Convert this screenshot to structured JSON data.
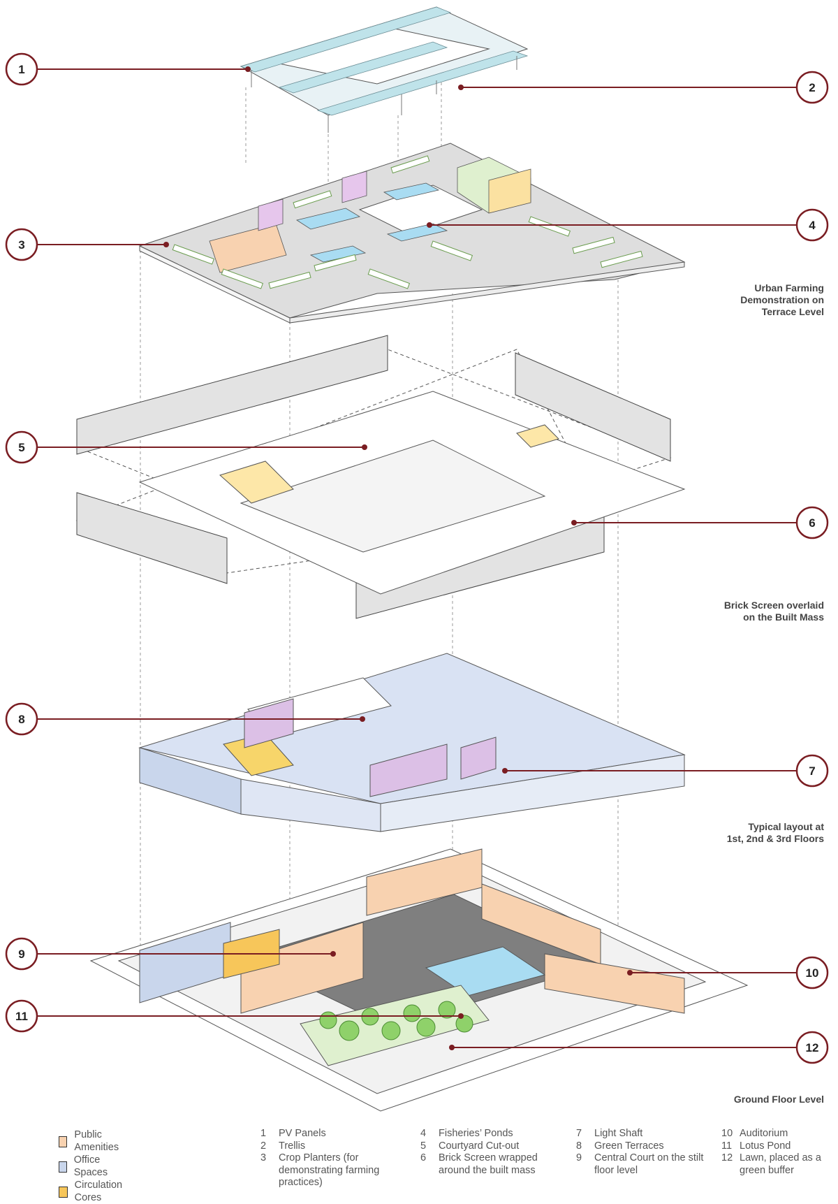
{
  "colors": {
    "callout_line": "#7a1d22",
    "public_amenities": "#f8d2b0",
    "office_spaces": "#c9d6ec",
    "circulation_cores": "#f7c65a",
    "green": "#8fd16a",
    "water": "#a9dcf2",
    "auditorium_accent": "#d8b8df"
  },
  "callouts": [
    {
      "num": "1"
    },
    {
      "num": "2"
    },
    {
      "num": "3"
    },
    {
      "num": "4"
    },
    {
      "num": "5"
    },
    {
      "num": "6"
    },
    {
      "num": "8"
    },
    {
      "num": "7"
    },
    {
      "num": "9"
    },
    {
      "num": "10"
    },
    {
      "num": "11"
    },
    {
      "num": "12"
    }
  ],
  "level_labels": [
    "Urban Farming\nDemonstration on\nTerrace Level",
    "Brick Screen overlaid\non the Built Mass",
    "Typical layout at\n1st, 2nd & 3rd Floors",
    "Ground Floor Level"
  ],
  "legend": [
    {
      "label": "Public Amenities",
      "color": "#f8d2b0"
    },
    {
      "label": "Office Spaces",
      "color": "#c9d6ec"
    },
    {
      "label": "Circulation Cores",
      "color": "#f7c65a"
    }
  ],
  "key_columns": [
    [
      {
        "num": "1",
        "text": "PV Panels"
      },
      {
        "num": "2",
        "text": "Trellis"
      },
      {
        "num": "3",
        "text": "Crop Planters (for demonstrating farming practices)"
      }
    ],
    [
      {
        "num": "4",
        "text": "Fisheries’ Ponds"
      },
      {
        "num": "5",
        "text": "Courtyard Cut-out"
      },
      {
        "num": "6",
        "text": "Brick Screen wrapped around the built mass"
      }
    ],
    [
      {
        "num": "7",
        "text": "Light Shaft"
      },
      {
        "num": "8",
        "text": "Green Terraces"
      },
      {
        "num": "9",
        "text": "Central Court on the stilt floor level"
      }
    ],
    [
      {
        "num": "10",
        "text": "Auditorium"
      },
      {
        "num": "11",
        "text": "Lotus Pond"
      },
      {
        "num": "12",
        "text": "Lawn, placed as a green buffer"
      }
    ]
  ]
}
